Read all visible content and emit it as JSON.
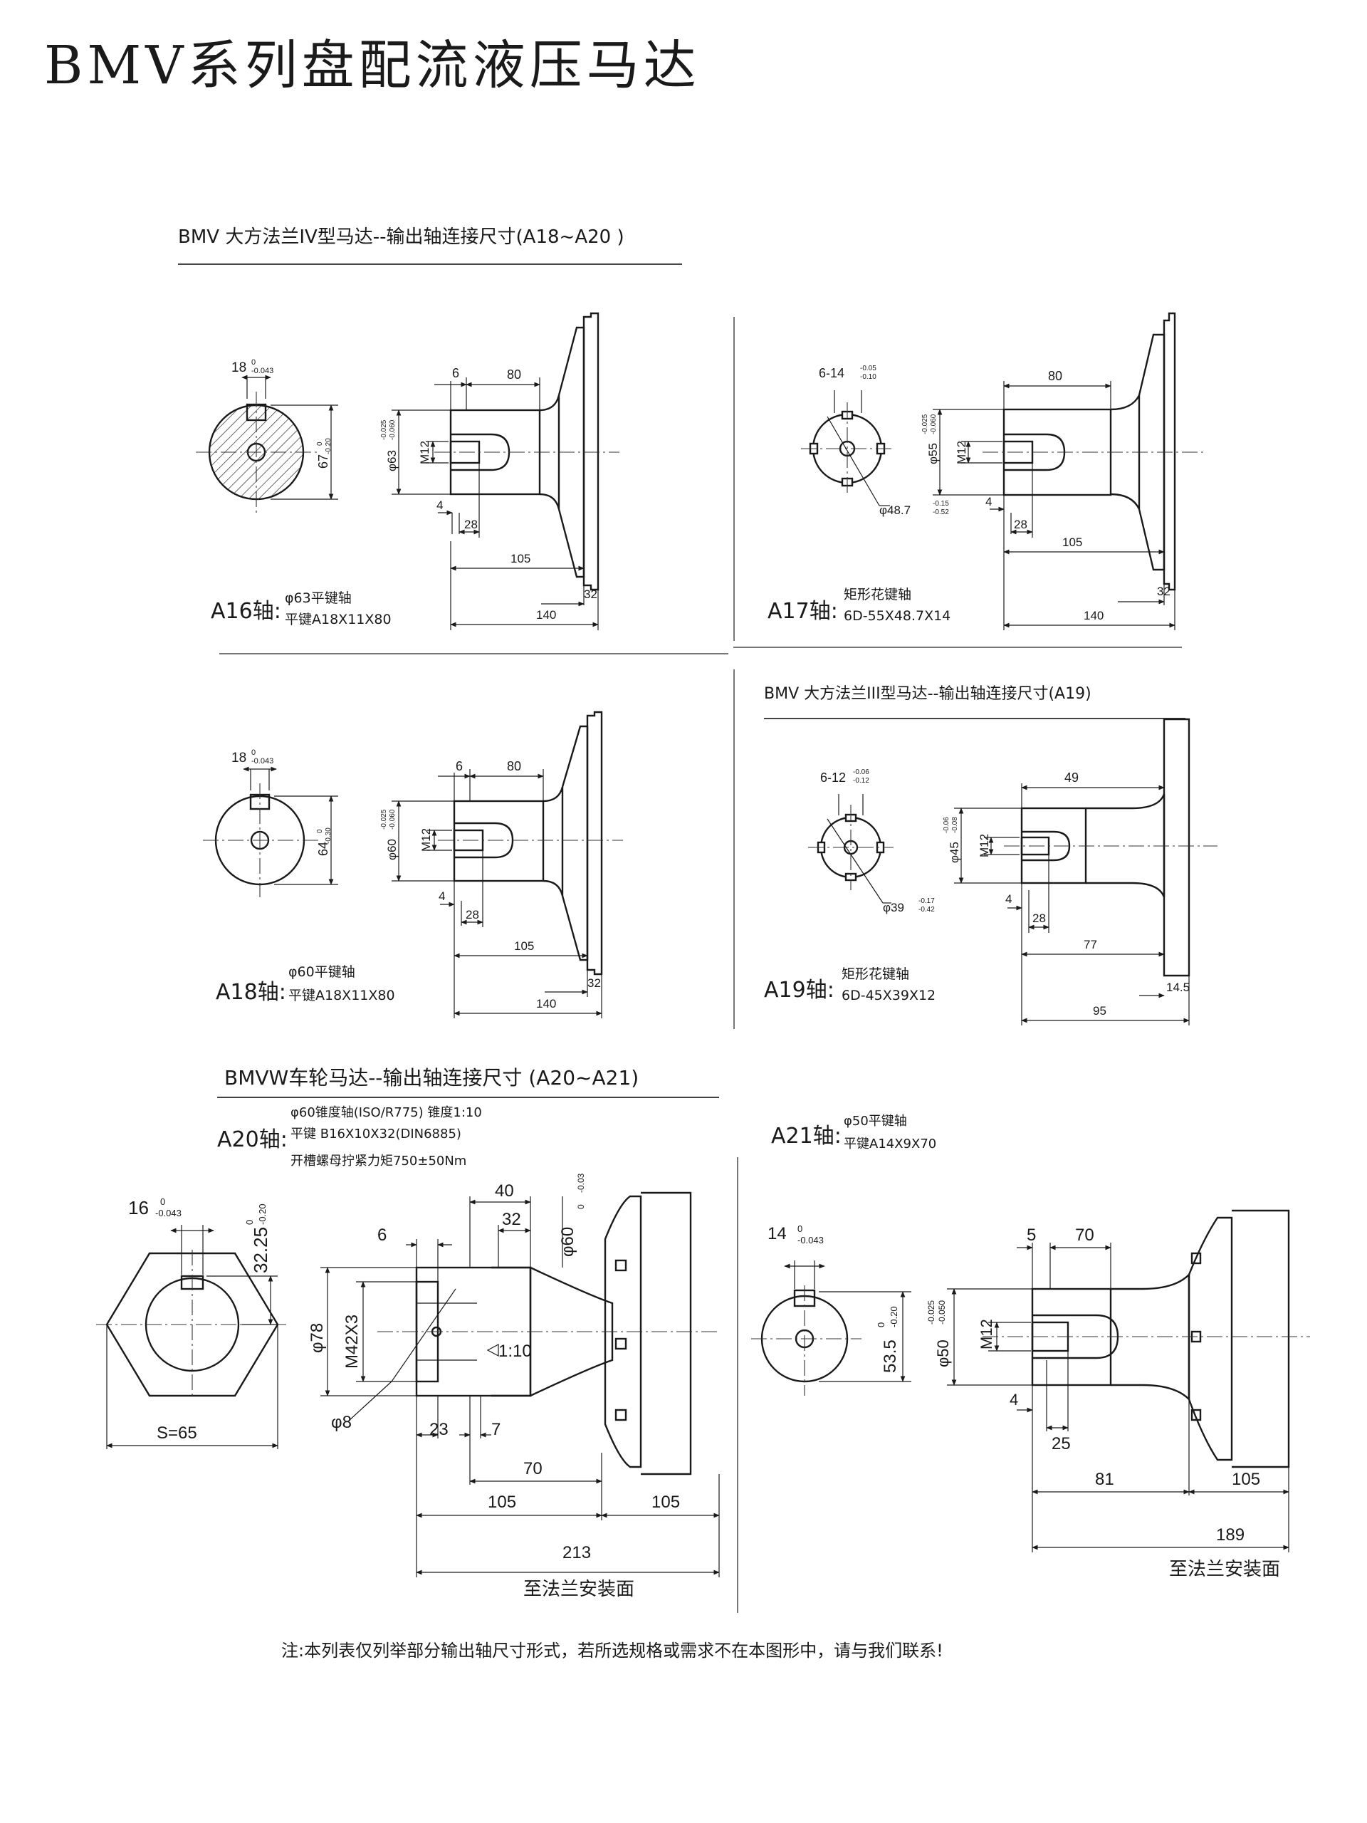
{
  "page": {
    "title": "BMV系列盘配流液压马达"
  },
  "sections": {
    "iv": "BMV 大方法兰IV型马达--输出轴连接尺寸(A18~A20 )",
    "iii": "BMV 大方法兰III型马达--输出轴连接尺寸(A19)",
    "wheel": "BMVW车轮马达--输出轴连接尺寸 (A20~A21)"
  },
  "shafts": {
    "A16": {
      "id": "A16轴:",
      "desc1": "φ63平键轴",
      "desc2": "平键A18X11X80",
      "dims": {
        "key_w": "18",
        "key_tol": "-0.043",
        "zero": "0",
        "d67": "67",
        "d67_tol": "-0.20",
        "d6": "6",
        "d80": "80",
        "m12": "M12",
        "phi": "φ63",
        "phi_tol1": "-0.025",
        "phi_tol2": "-0.060",
        "d4": "4",
        "d28": "28",
        "d105": "105",
        "d140": "140",
        "d32": "32"
      }
    },
    "A17": {
      "id": "A17轴:",
      "desc1": "矩形花键轴",
      "desc2": "6D-55X48.7X14",
      "dims": {
        "spl": "6-14",
        "spl_t1": "-0.05",
        "spl_t2": "-0.10",
        "d80": "80",
        "phi": "φ55",
        "phi_t1": "-0.025",
        "phi_t2": "-0.060",
        "m12": "M12",
        "inner": "φ48.7",
        "inner_t1": "-0.15",
        "inner_t2": "-0.52",
        "d4": "4",
        "d28": "28",
        "d105": "105",
        "d140": "140",
        "d32": "32"
      }
    },
    "A18": {
      "id": "A18轴:",
      "desc1": "φ60平键轴",
      "desc2": "平键A18X11X80",
      "dims": {
        "key_w": "18",
        "key_tol": "-0.043",
        "zero": "0",
        "d64": "64",
        "d64_tol": "-0.30",
        "d6": "6",
        "d80": "80",
        "m12": "M12",
        "phi": "φ60",
        "phi_t1": "-0.025",
        "phi_t2": "-0.060",
        "d4": "4",
        "d28": "28",
        "d105": "105",
        "d140": "140",
        "d32": "32"
      }
    },
    "A19": {
      "id": "A19轴:",
      "desc1": "矩形花键轴",
      "desc2": "6D-45X39X12",
      "dims": {
        "spl": "6-12",
        "spl_t1": "-0.06",
        "spl_t2": "-0.12",
        "d49": "49",
        "phi": "φ45",
        "phi_t1": "-0.06",
        "phi_t2": "-0.08",
        "m12": "M12",
        "inner": "φ39",
        "inner_t1": "-0.17",
        "inner_t2": "-0.42",
        "d4": "4",
        "d28": "28",
        "d77": "77",
        "d95": "95",
        "d145": "14.5"
      }
    },
    "A20": {
      "id": "A20轴:",
      "desc1": "φ60锥度轴(ISO/R775) 锥度1:10",
      "desc2": "平键 B16X10X32(DIN6885)",
      "desc3": "开槽螺母拧紧力矩750±50Nm",
      "dims": {
        "key_w": "16",
        "zero": "0",
        "key_tol": "-0.043",
        "d3225": "32.25",
        "d3225_tol": "-0.20",
        "s65": "S=65",
        "d6": "6",
        "d40": "40",
        "d32": "32",
        "phi60": "φ60",
        "phi60_tol": "-0.03",
        "phi78": "φ78",
        "m42": "M42X3",
        "phi8": "φ8",
        "taper": "1:10",
        "d23": "23",
        "d7": "7",
        "d70": "70",
        "d105a": "105",
        "d105b": "105",
        "d213": "213",
        "to_flange": "至法兰安装面"
      }
    },
    "A21": {
      "id": "A21轴:",
      "desc1": "φ50平键轴",
      "desc2": "平键A14X9X70",
      "dims": {
        "key_w": "14",
        "zero": "0",
        "key_tol": "-0.043",
        "d535": "53.5",
        "d535_tol": "-0.20",
        "d5": "5",
        "d70": "70",
        "m12": "M12",
        "phi": "φ50",
        "phi_t1": "-0.025",
        "phi_t2": "-0.050",
        "d4": "4",
        "d25": "25",
        "d81": "81",
        "d105": "105",
        "d189": "189",
        "to_flange": "至法兰安装面"
      }
    }
  },
  "footnote": "注:本列表仅列举部分输出轴尺寸形式，若所选规格或需求不在本图形中，请与我们联系!"
}
